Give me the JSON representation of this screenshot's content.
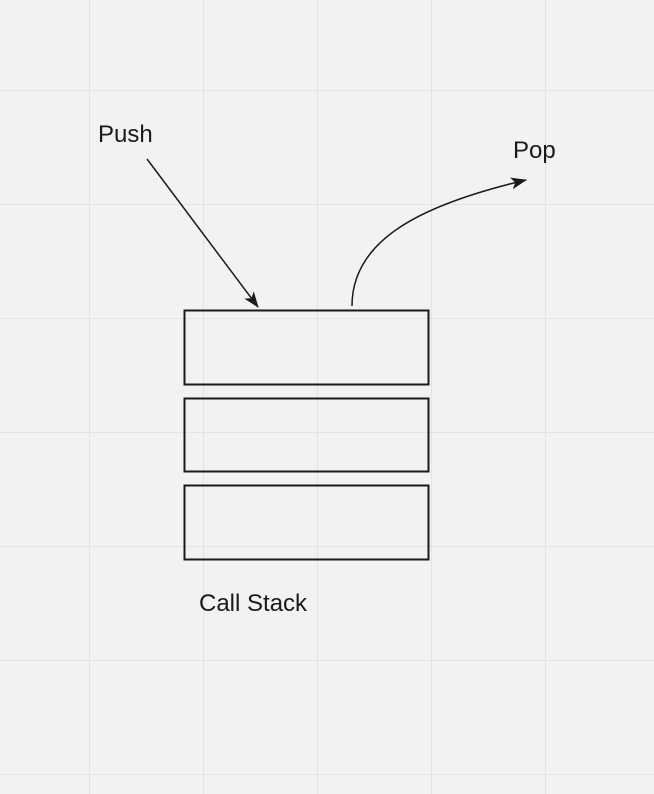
{
  "labels": {
    "push": "Push",
    "pop": "Pop",
    "stack": "Call Stack"
  },
  "stack": {
    "frame_count": 3
  },
  "colors": {
    "background": "#f2f2f2",
    "grid": "#e3e3e3",
    "stroke": "#1a1a1a"
  }
}
